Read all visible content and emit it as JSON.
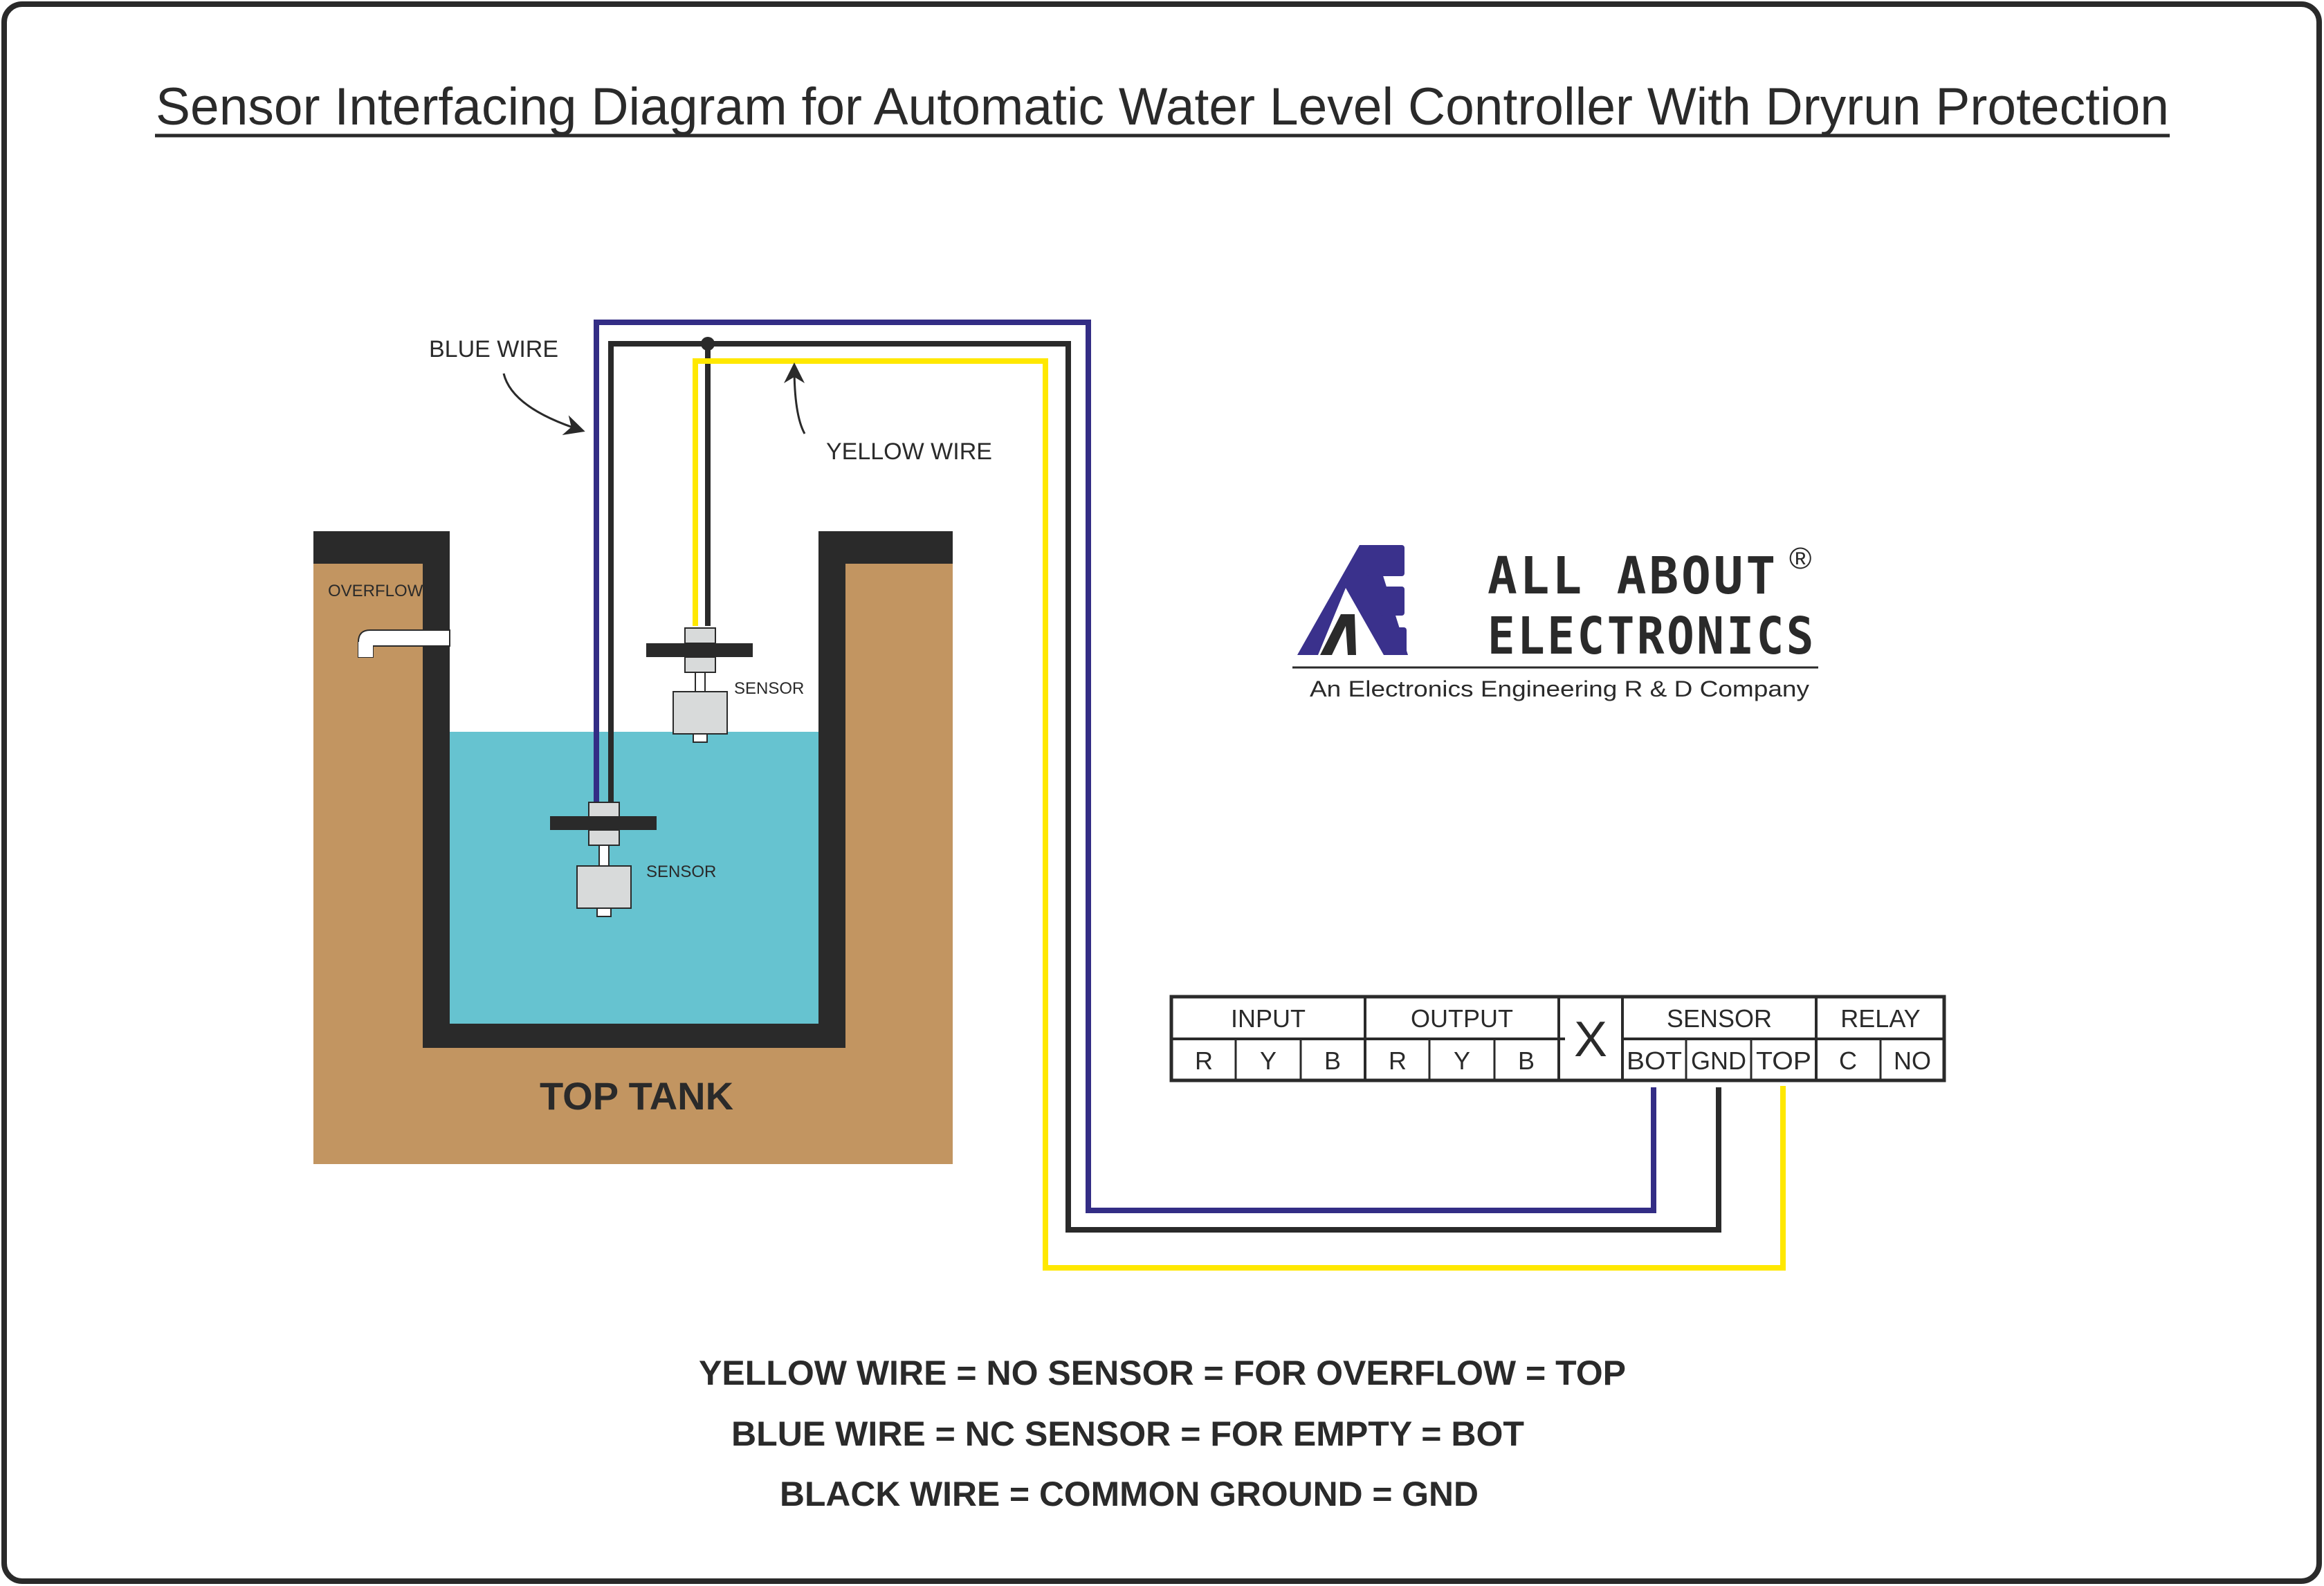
{
  "title": "Sensor Interfacing Diagram for Automatic Water Level Controller With Dryrun Protection",
  "colors": {
    "frame": "#2a2a2a",
    "blue_wire": "#332d85",
    "black_wire": "#2a2a2a",
    "yellow_wire": "#ffe800",
    "soil": "#c29561",
    "water": "#66c3d0",
    "tank_wall": "#2a2a2a",
    "sensor_body": "#d8dada",
    "logo_blue": "#3a318c"
  },
  "callouts": {
    "blue_wire": "BLUE WIRE",
    "yellow_wire": "YELLOW WIRE"
  },
  "tank": {
    "label": "TOP TANK",
    "overflow_label": "OVERFLOW",
    "sensors": [
      {
        "id": "top-sensor",
        "label": "SENSOR",
        "wire": "yellow"
      },
      {
        "id": "bottom-sensor",
        "label": "SENSOR",
        "wire": "blue"
      }
    ]
  },
  "logo": {
    "line1": "ALL ABOUT",
    "line2": "ELECTRONICS",
    "registered": "®",
    "tagline": "An Electronics Engineering R & D Company"
  },
  "terminal_block": {
    "groups": [
      {
        "label": "INPUT",
        "terminals": [
          "R",
          "Y",
          "B"
        ]
      },
      {
        "label": "OUTPUT",
        "terminals": [
          "R",
          "Y",
          "B"
        ]
      },
      {
        "label": "X",
        "terminals": []
      },
      {
        "label": "SENSOR",
        "terminals": [
          "BOT",
          "GND",
          "TOP"
        ]
      },
      {
        "label": "RELAY",
        "terminals": [
          "C",
          "NO"
        ]
      }
    ]
  },
  "legend": [
    "YELLOW WIRE = NO SENSOR = FOR OVERFLOW = TOP",
    "BLUE WIRE = NC SENSOR = FOR EMPTY = BOT",
    "BLACK WIRE = COMMON GROUND = GND"
  ]
}
